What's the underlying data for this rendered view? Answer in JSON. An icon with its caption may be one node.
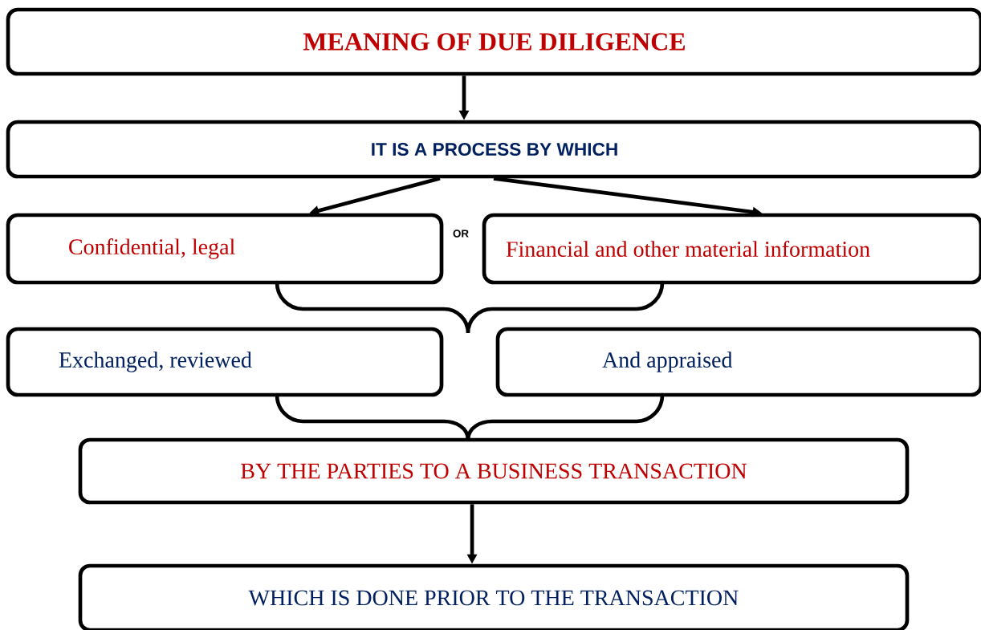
{
  "diagram": {
    "nodes": [
      {
        "text": [
          "MEANING OF DUE DILIGENCE"
        ]
      },
      {
        "text": [
          "IT IS A PROCESS BY WHICH"
        ]
      },
      {
        "text": [
          "Confidential, legal"
        ]
      },
      {
        "text": [
          "Financial and other material information"
        ]
      },
      {
        "text": [
          "Exchanged, reviewed"
        ]
      },
      {
        "text": [
          "And appraised"
        ]
      },
      {
        "text": [
          "BY THE PARTIES TO A BUSINESS TRANSACTION"
        ]
      },
      {
        "text": [
          "WHICH IS DONE PRIOR TO THE TRANSACTION"
        ]
      }
    ],
    "edges": [
      {
        "from": 0,
        "to": 1,
        "arrow": "to"
      },
      {
        "from": 1,
        "to": 2,
        "arrow": "to"
      },
      {
        "from": 1,
        "to": 3,
        "arrow": "to"
      },
      {
        "from": 6,
        "to": 7,
        "arrow": "to"
      }
    ],
    "labels": [
      "OR"
    ]
  }
}
